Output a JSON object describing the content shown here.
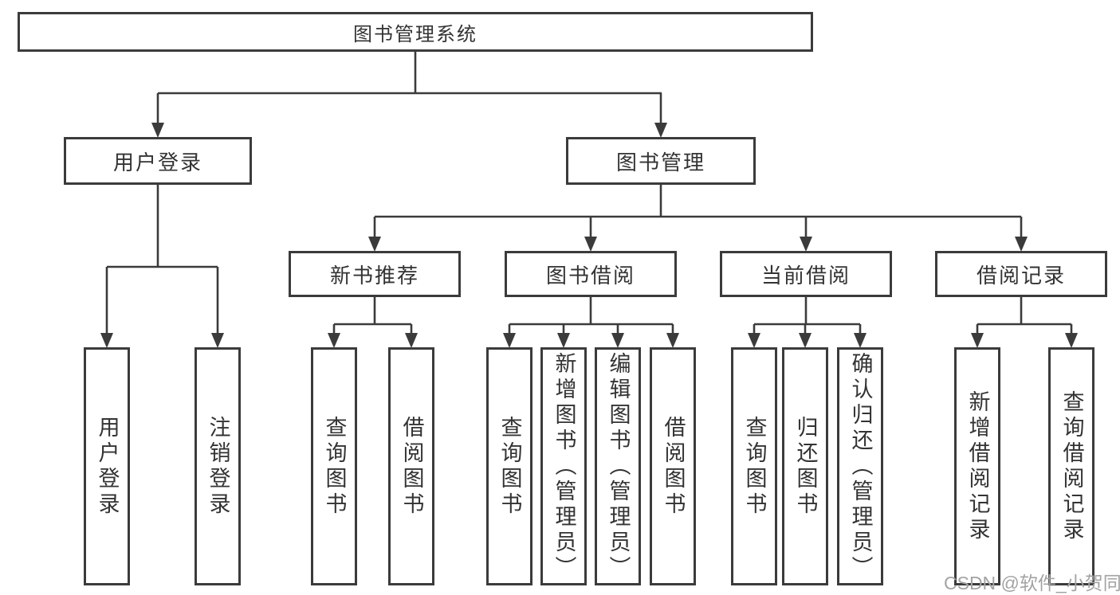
{
  "diagram": {
    "type": "hierarchy-tree",
    "root": {
      "label": "图书管理系统",
      "children": [
        {
          "label": "用户登录",
          "children": [
            {
              "label": "用户登录"
            },
            {
              "label": "注销登录"
            }
          ]
        },
        {
          "label": "图书管理",
          "children": [
            {
              "label": "新书推荐",
              "children": [
                {
                  "label": "查询图书"
                },
                {
                  "label": "借阅图书"
                }
              ]
            },
            {
              "label": "图书借阅",
              "children": [
                {
                  "label": "查询图书"
                },
                {
                  "label": "新增图书（管理员）"
                },
                {
                  "label": "编辑图书（管理员）"
                },
                {
                  "label": "借阅图书"
                }
              ]
            },
            {
              "label": "当前借阅",
              "children": [
                {
                  "label": "查询图书"
                },
                {
                  "label": "归还图书"
                },
                {
                  "label": "确认归还（管理员）"
                }
              ]
            },
            {
              "label": "借阅记录",
              "children": [
                {
                  "label": "新增借阅记录"
                },
                {
                  "label": "查询借阅记录"
                }
              ]
            }
          ]
        }
      ]
    },
    "colors": {
      "line": "#3b3b3b",
      "box_border": "#3b3b3b",
      "text": "#333333",
      "background": "#ffffff"
    }
  },
  "watermark": {
    "text": "CSDN @软件_小贺同学",
    "color": "#a3a3a3"
  }
}
